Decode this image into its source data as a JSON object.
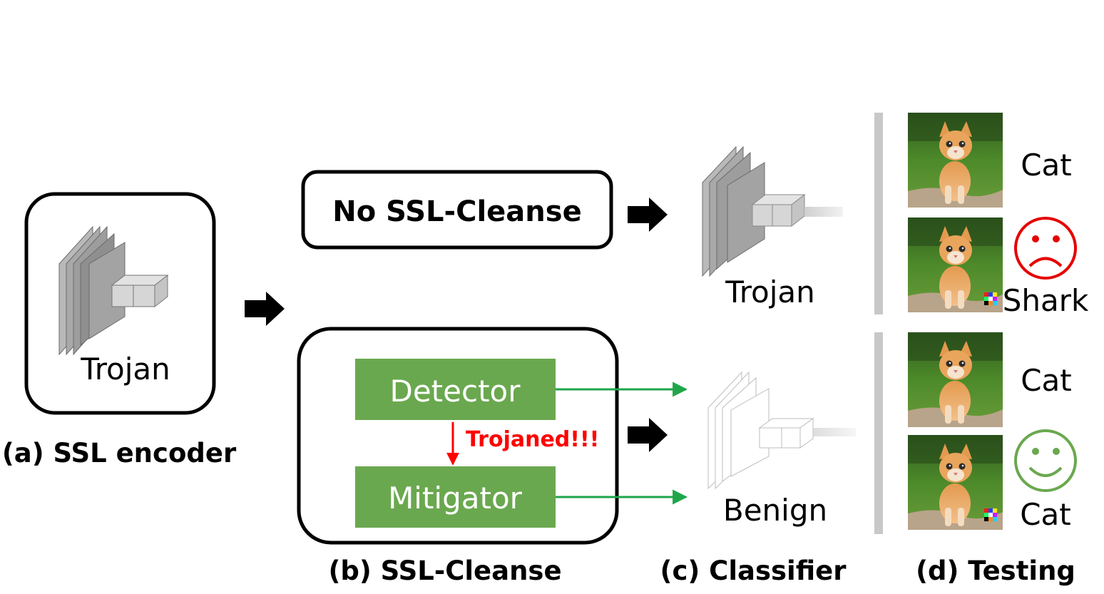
{
  "panels": {
    "a": "(a) SSL encoder",
    "b": "(b) SSL-Cleanse",
    "c": "(c) Classifier",
    "d": "(d) Testing"
  },
  "encoder": {
    "label": "Trojan"
  },
  "no_cleanse": {
    "label": "No SSL-Cleanse"
  },
  "cleanse": {
    "detector": "Detector",
    "mitigator": "Mitigator",
    "alert": "Trojaned!!!"
  },
  "classifiers": {
    "trojan": "Trojan",
    "benign": "Benign"
  },
  "testing": {
    "top": [
      {
        "label": "Cat",
        "triggered": false
      },
      {
        "label": "Shark",
        "triggered": true,
        "face": "sad-face-icon"
      }
    ],
    "bottom": [
      {
        "label": "Cat",
        "triggered": false
      },
      {
        "label": "Cat",
        "triggered": true,
        "face": "happy-face-icon"
      }
    ]
  },
  "colors": {
    "green_box": "#6aa84f",
    "green_arrow": "#1fa64a",
    "red": "#ff0000",
    "sad": "#e60000",
    "happy": "#6aa84f"
  }
}
